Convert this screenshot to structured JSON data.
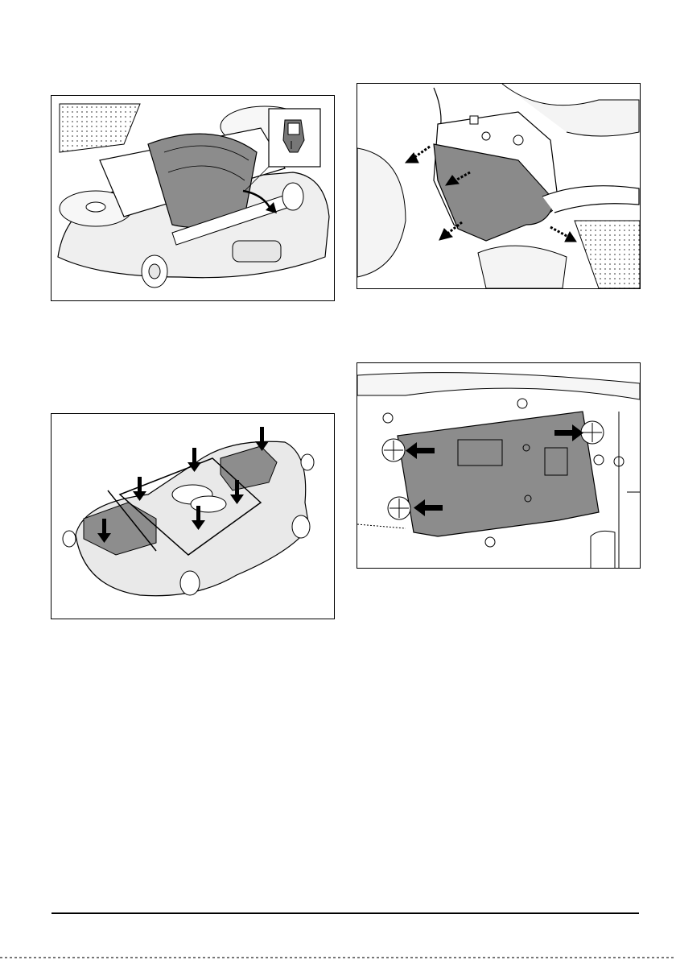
{
  "page": {
    "page_number": ""
  },
  "figures": [
    {
      "id": "fig-1",
      "subject": "mower-body-cover-removal",
      "icon": "detail-inset-lever-icon"
    },
    {
      "id": "fig-2",
      "subject": "dashboard-panel-removal",
      "icon": "arrow-icon"
    },
    {
      "id": "fig-3",
      "subject": "cutting-deck-fastener-points",
      "icon": "down-arrow-icon"
    },
    {
      "id": "fig-4",
      "subject": "electrical-cover-plate-screws",
      "icon": "arrow-icon"
    }
  ]
}
